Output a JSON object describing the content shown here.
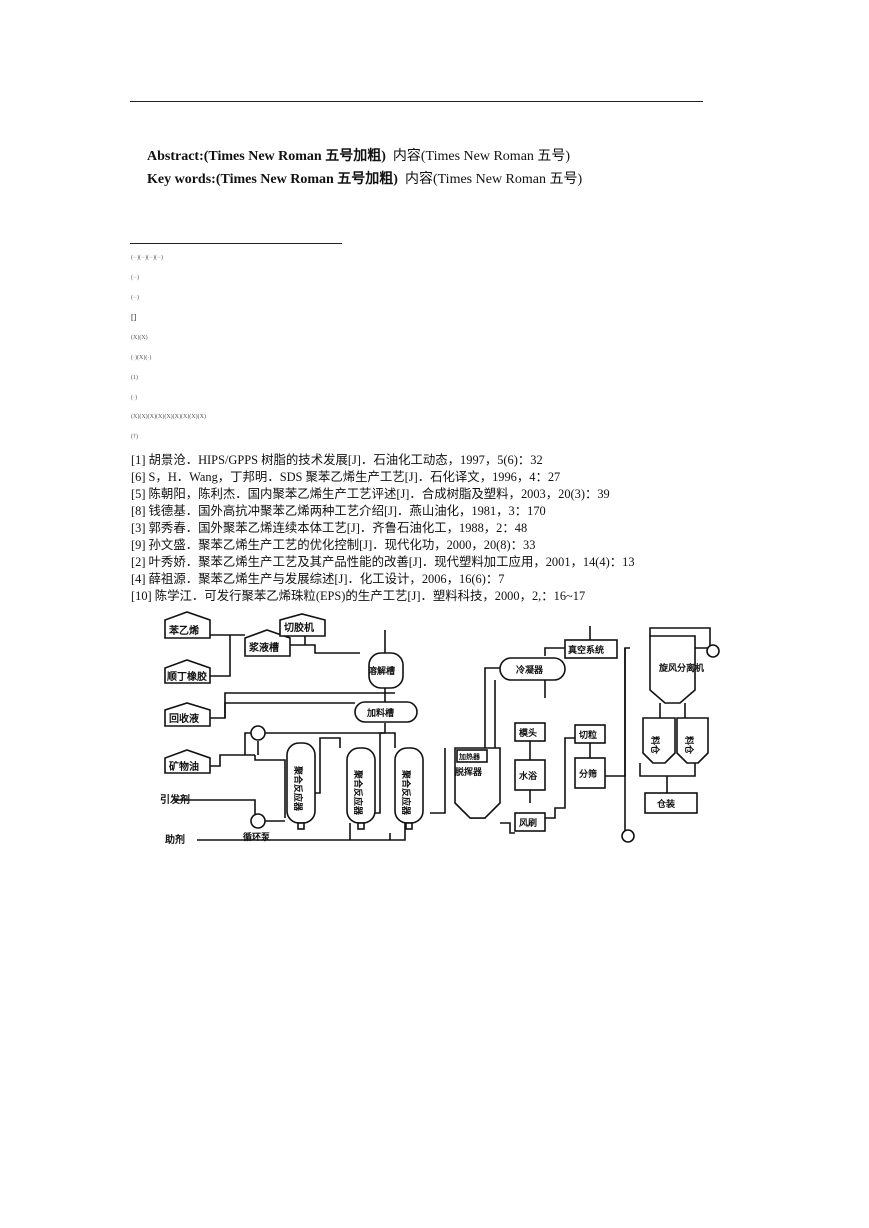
{
  "abstract": {
    "label": "Abstract:(Times New Roman 五号加粗)",
    "content": "内容(Times New Roman 五号)"
  },
  "keywords": {
    "label": "Key words:(Times New Roman 五号加粗)",
    "content": "内容(Times New Roman 五号)"
  },
  "footnotes": [
    "(··)(··)(··)(··)",
    "(··)",
    "(··)",
    "[]",
    "(X)(X)",
    "(·)(X)(·)",
    "(1)",
    "(·)",
    "(X)(X)(X)(X)(X)(X)(X)(X)(X)",
    "(†)"
  ],
  "references": [
    "[1]  胡景沧．HIPS/GPPS 树脂的技术发展[J]．石油化工动态，1997，5(6)：32",
    "[6] S，H．Wang，丁邦明．SDS 聚苯乙烯生产工艺[J]．石化译文，1996，4：27",
    "[5]  陈朝阳，陈利杰．国内聚苯乙烯生产工艺评述[J]．合成树脂及塑料，2003，20(3)：39",
    "[8]  钱德基．国外高抗冲聚苯乙烯两种工艺介绍[J]．燕山油化，1981，3：170",
    "[3]  郭秀春．国外聚苯乙烯连续本体工艺[J]．齐鲁石油化工，1988，2：48",
    "[9]  孙文盛．聚苯乙烯生产工艺的优化控制[J]．现代化功，2000，20(8)：33",
    "[2]  叶秀娇．聚苯乙烯生产工艺及其产品性能的改善[J]．现代塑料加工应用，2001，14(4)：13",
    "[4]  薛祖源．聚苯乙烯生产与发展综述[J]．化工设计，2006，16(6)：7",
    "[10]  陈学江．可发行聚苯乙烯珠粒(EPS)的生产工艺[J]．塑料科技，2000，2,：16~17"
  ],
  "diagram": {
    "styrene": "苯乙烯",
    "butadiene_rubber": "顺丁橡胶",
    "recycle_liquid": "回收液",
    "mineral_oil": "矿物油",
    "initiator": "引发剂",
    "auxiliary": "助剂",
    "slurry_tank": "浆液槽",
    "rubber_cutter": "切胶机",
    "dissolving_tank": "溶解槽",
    "feed_tank": "加料槽",
    "reactor": "聚合反应器",
    "circulation_pump": "循环泵",
    "heater": "加热器",
    "devolatilizer": "脱挥器",
    "condenser": "冷凝器",
    "vacuum_system": "真空系统",
    "die_head": "模头",
    "water_bath": "水浴",
    "air_knife": "风刷",
    "pelletizer": "切粒",
    "screening": "分筛",
    "cyclone": "旋风分离机",
    "silo": "料仓",
    "packing": "仓装"
  }
}
